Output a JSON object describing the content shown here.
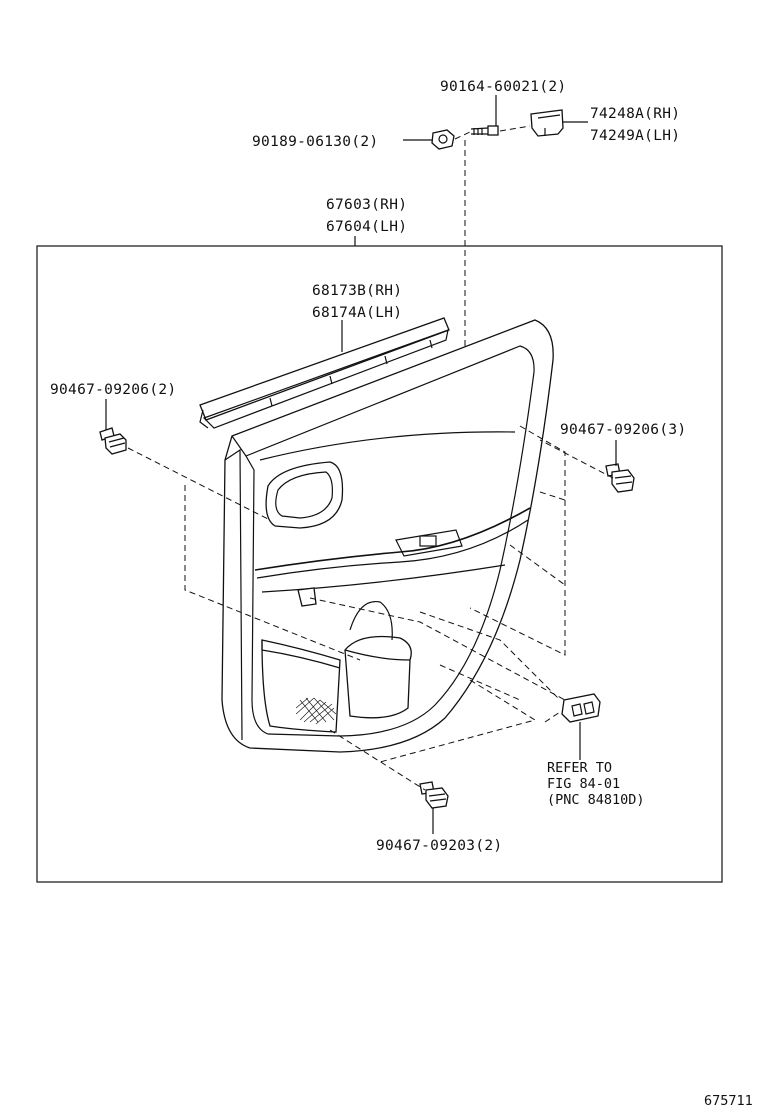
{
  "labels": {
    "screw_9016460021": "90164-60021(2)",
    "nut_9018906130": "90189-06130(2)",
    "cover_rh": "74248A(RH)",
    "cover_lh": "74249A(LH)",
    "board_rh": "67603(RH)",
    "board_lh": "67604(LH)",
    "weatherstrip_rh": "68173B(RH)",
    "weatherstrip_lh": "68174A(LH)",
    "clip_left": "90467-09206(2)",
    "clip_right": "90467-09206(3)",
    "clip_bottom": "90467-09203(2)",
    "refer_line1": "REFER TO",
    "refer_line2": "FIG 84-01",
    "refer_line3": "(PNC 84810D)",
    "figure_number": "675711"
  }
}
